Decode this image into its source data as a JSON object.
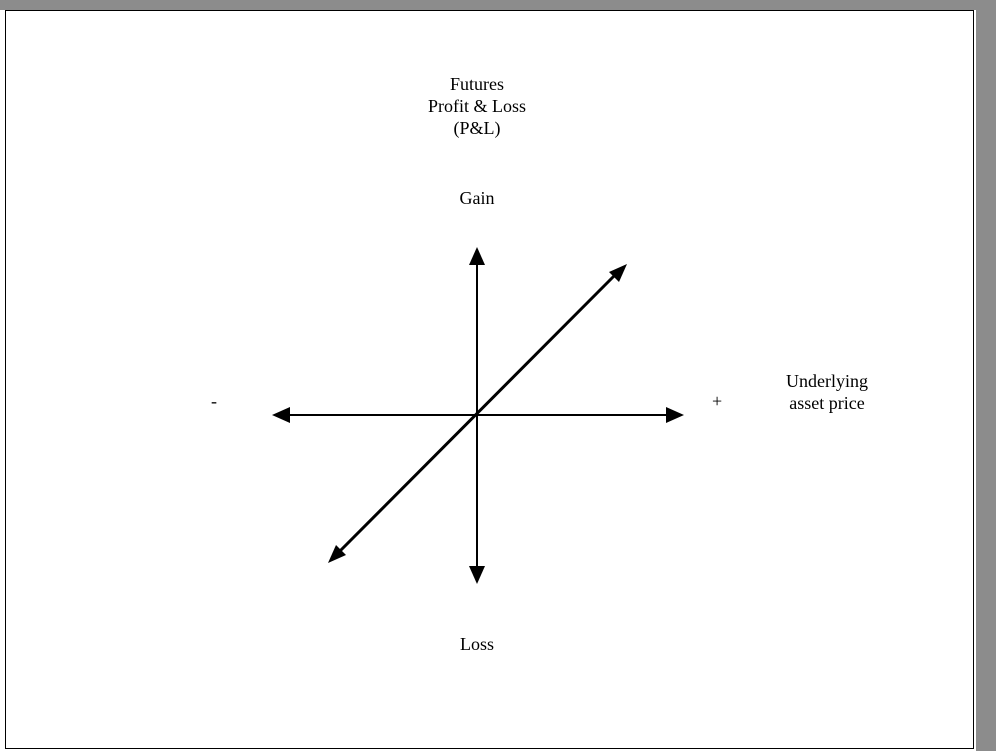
{
  "title_lines": [
    "Futures",
    "Profit & Loss",
    "(P&L)"
  ],
  "labels": {
    "gain": "Gain",
    "loss": "Loss",
    "minus": "-",
    "plus": "+",
    "x_axis_lines": [
      "Underlying",
      "asset price"
    ]
  },
  "colors": {
    "ink": "#000000",
    "background": "#ffffff",
    "shadow": "#8c8c8c"
  }
}
